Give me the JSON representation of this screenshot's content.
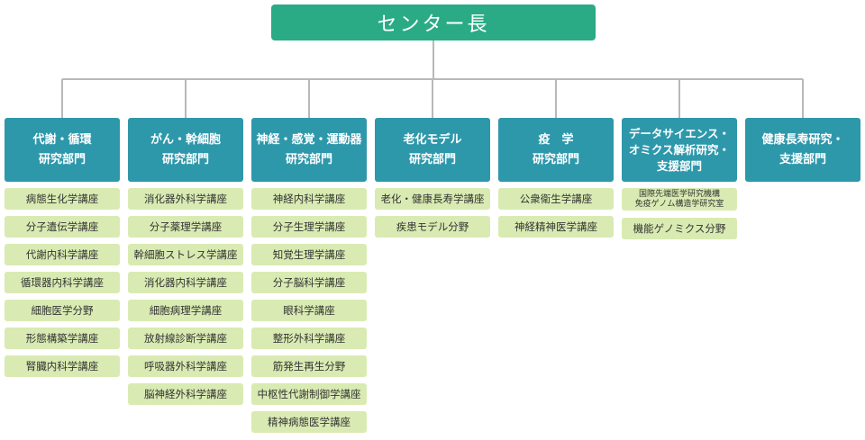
{
  "root": {
    "label": "センター長"
  },
  "colors": {
    "root": "#2aab86",
    "head": "#2e98ab",
    "item": "#d9ebb2",
    "line": "#b8b8b8"
  },
  "departments": [
    {
      "title_line1": "代謝・循環",
      "title_line2": "研究部門",
      "items": [
        {
          "text": "病態生化学講座"
        },
        {
          "text": "分子遺伝学講座"
        },
        {
          "text": "代謝内科学講座"
        },
        {
          "text": "循環器内科学講座"
        },
        {
          "text": "細胞医学分野"
        },
        {
          "text": "形態構築学講座"
        },
        {
          "text": "腎臓内科学講座"
        }
      ]
    },
    {
      "title_line1": "がん・幹細胞",
      "title_line2": "研究部門",
      "items": [
        {
          "text": "消化器外科学講座"
        },
        {
          "text": "分子薬理学講座"
        },
        {
          "text": "幹細胞ストレス学講座"
        },
        {
          "text": "消化器内科学講座"
        },
        {
          "text": "細胞病理学講座"
        },
        {
          "text": "放射線診断学講座"
        },
        {
          "text": "呼吸器外科学講座"
        },
        {
          "text": "脳神経外科学講座"
        }
      ]
    },
    {
      "title_line1": "神経・感覚・運動器",
      "title_line2": "研究部門",
      "items": [
        {
          "text": "神経内科学講座"
        },
        {
          "text": "分子生理学講座"
        },
        {
          "text": "知覚生理学講座"
        },
        {
          "text": "分子脳科学講座"
        },
        {
          "text": "眼科学講座"
        },
        {
          "text": "整形外科学講座"
        },
        {
          "text": "筋発生再生分野"
        },
        {
          "text": "中枢性代謝制御学講座"
        },
        {
          "text": "精神病態医学講座"
        }
      ]
    },
    {
      "title_line1": "老化モデル",
      "title_line2": "研究部門",
      "items": [
        {
          "text": "老化・健康長寿学講座"
        },
        {
          "text": "疾患モデル分野"
        }
      ]
    },
    {
      "title_line1": "疫　学",
      "title_line2": "研究部門",
      "items": [
        {
          "text": "公衆衛生学講座"
        },
        {
          "text": "神経精神医学講座"
        }
      ]
    },
    {
      "title_line1": "データサイエンス・",
      "title_line2": "オミクス解析研究・",
      "title_line3": "支援部門",
      "items": [
        {
          "line1": "国際先端医学研究機構",
          "line2": "免疫ゲノム構造学研究室"
        },
        {
          "text": "機能ゲノミクス分野"
        }
      ]
    },
    {
      "title_line1": "健康長寿研究・",
      "title_line2": "支援部門",
      "items": []
    }
  ]
}
